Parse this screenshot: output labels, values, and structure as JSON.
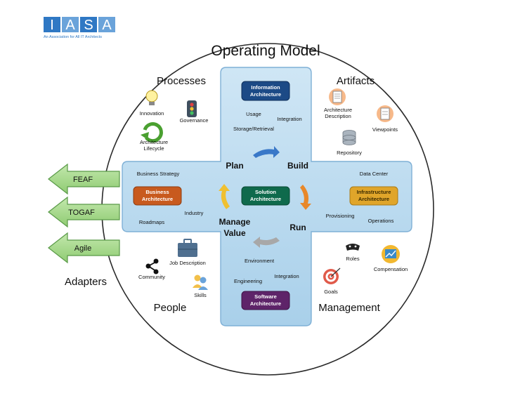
{
  "logo": {
    "letters": [
      "I",
      "A",
      "S",
      "A"
    ],
    "tagline": "An Association for All IT Architects",
    "color": "#2f78c4"
  },
  "title": "Operating Model",
  "quadrants": {
    "processes": "Processes",
    "artifacts": "Artifacts",
    "people": "People",
    "management": "Management"
  },
  "processes_items": {
    "innovation": "Innovation",
    "governance": "Governance",
    "architecture_lifecycle": [
      "Architecture",
      "Lifecycle"
    ]
  },
  "artifacts_items": {
    "architecture_description": [
      "Architecture",
      "Description"
    ],
    "viewpoints": "Viewpoints",
    "repository": "Repository"
  },
  "people_items": {
    "job_description": "Job Description",
    "community": "Community",
    "skills": "Skills"
  },
  "management_items": {
    "roles": "Roles",
    "compensation": "Compensation",
    "goals": "Goals"
  },
  "boxes": {
    "information": [
      "Information",
      "Architecture"
    ],
    "business": [
      "Business",
      "Architecture"
    ],
    "solution": [
      "Solution",
      "Architecture"
    ],
    "infrastructure": [
      "Infrastructure",
      "Architecture"
    ],
    "software": [
      "Software",
      "Architecture"
    ]
  },
  "phases": {
    "plan": "Plan",
    "build": "Build",
    "run": "Run",
    "manage_value": [
      "Manage",
      "Value"
    ]
  },
  "cross_labels": {
    "usage": "Usage",
    "integration_top": "Integration",
    "storage_retrieval": "Storage/Retrieval",
    "business_strategy": "Business Strategy",
    "industry": "Industry",
    "roadmaps": "Roadmaps",
    "data_center": "Data Center",
    "provisioning": "Provisioning",
    "operations": "Operations",
    "environment": "Environment",
    "integration_bottom": "Integration",
    "engineering": "Engineering"
  },
  "adapters": {
    "items": [
      "FEAF",
      "TOGAF",
      "Agile"
    ],
    "caption": "Adapters"
  },
  "colors": {
    "circle_fill": "#ffffff",
    "cross_fill": "#b7d8ee",
    "cross_stroke": "#7fb0d6",
    "information": "#1c4a86",
    "business": "#c85a1e",
    "solution": "#0f6a4c",
    "infrastructure": "#e0a52a",
    "software": "#5e2469",
    "adapter_fill": "#a6d98c",
    "adapter_stroke": "#5a9a48",
    "arrow_blue": "#3a78c8",
    "arrow_orange": "#e8882a",
    "arrow_yellow": "#f0c030",
    "arrow_gray": "#a8a8a8"
  }
}
